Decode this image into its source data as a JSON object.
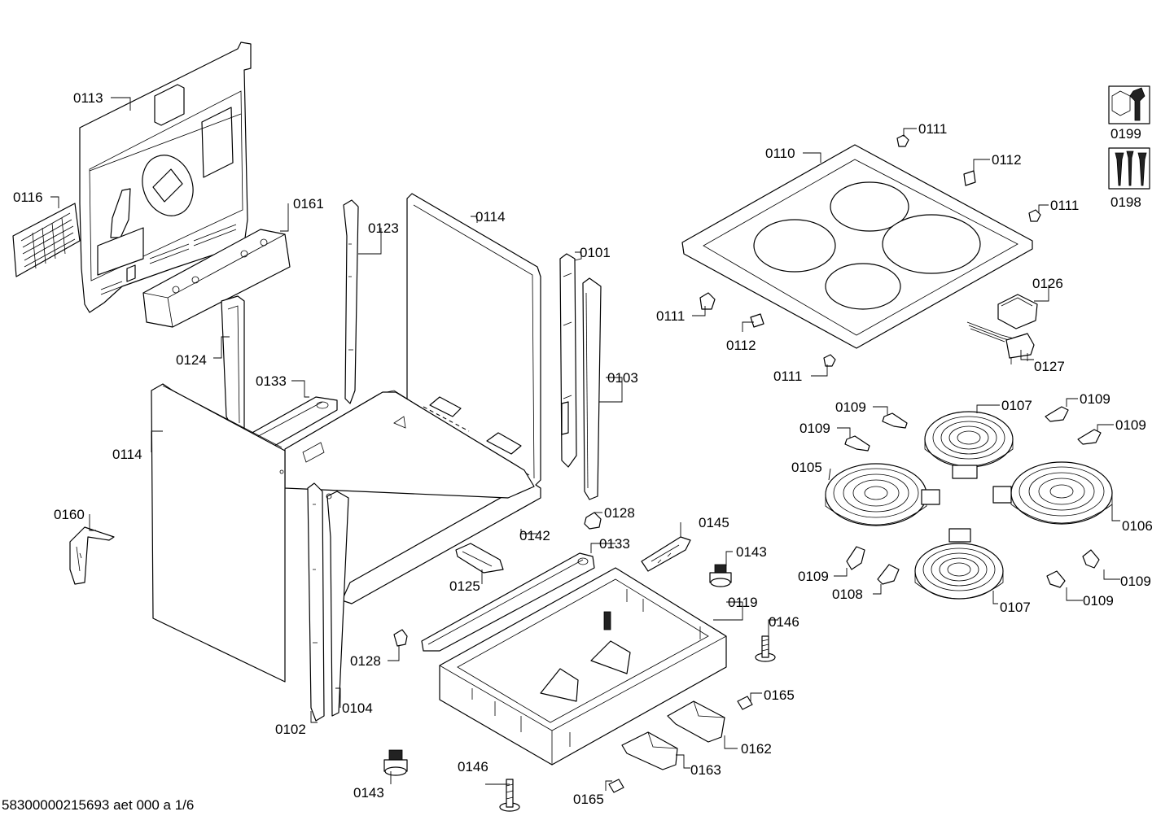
{
  "labels": {
    "l0113": "0113",
    "l0116": "0116",
    "l0161": "0161",
    "l0123": "0123",
    "l0114a": "0114",
    "l0114b": "0114",
    "l0101": "0101",
    "l0103": "0103",
    "l0124": "0124",
    "l0133a": "0133",
    "l0133b": "0133",
    "l0142": "0142",
    "l0160": "0160",
    "l0128a": "0128",
    "l0128b": "0128",
    "l0145": "0145",
    "l0125": "0125",
    "l0143a": "0143",
    "l0143b": "0143",
    "l0119": "0119",
    "l0146a": "0146",
    "l0146b": "0146",
    "l0165a": "0165",
    "l0165b": "0165",
    "l0162": "0162",
    "l0163": "0163",
    "l0102": "0102",
    "l0104": "0104",
    "l0110": "0110",
    "l0111a": "0111",
    "l0111b": "0111",
    "l0111c": "0111",
    "l0111d": "0111",
    "l0112a": "0112",
    "l0112b": "0112",
    "l0126": "0126",
    "l0127": "0127",
    "l0107a": "0107",
    "l0107b": "0107",
    "l0105": "0105",
    "l0106": "0106",
    "l0108": "0108",
    "l0109a": "0109",
    "l0109b": "0109",
    "l0109c": "0109",
    "l0109d": "0109",
    "l0109e": "0109",
    "l0109f": "0109",
    "l0109g": "0109",
    "l0199": "0199",
    "l0198": "0198"
  },
  "footer": "58300000215693 aet 000 a 1/6"
}
